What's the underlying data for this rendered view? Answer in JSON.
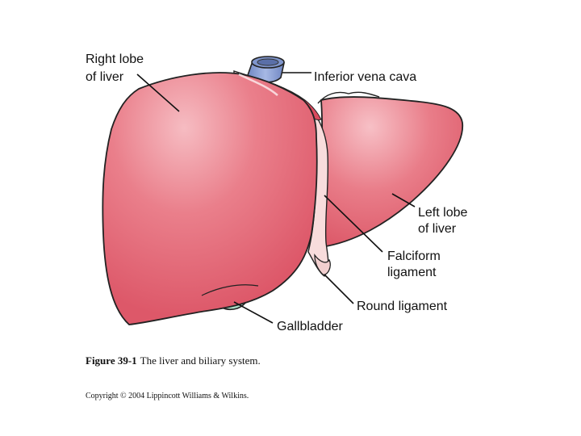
{
  "labels": {
    "right_lobe_line1": "Right lobe",
    "right_lobe_line2": "of liver",
    "ivc": "Inferior vena cava",
    "left_lobe_line1": "Left lobe",
    "left_lobe_line2": "of liver",
    "falciform_line1": "Falciform",
    "falciform_line2": "ligament",
    "round_ligament": "Round ligament",
    "gallbladder": "Gallbladder"
  },
  "caption": {
    "figure_number": "Figure 39-1",
    "text": "The liver and biliary system."
  },
  "copyright": "Copyright © 2004 Lippincott Williams & Wilkins.",
  "colors": {
    "liver": "#e2606f",
    "liver_highlight": "#f6b9bf",
    "ligament": "#f9dcdc",
    "ivc": "#8fa6d8",
    "gallbladder": "#a9dcc4",
    "outline": "#222222"
  }
}
